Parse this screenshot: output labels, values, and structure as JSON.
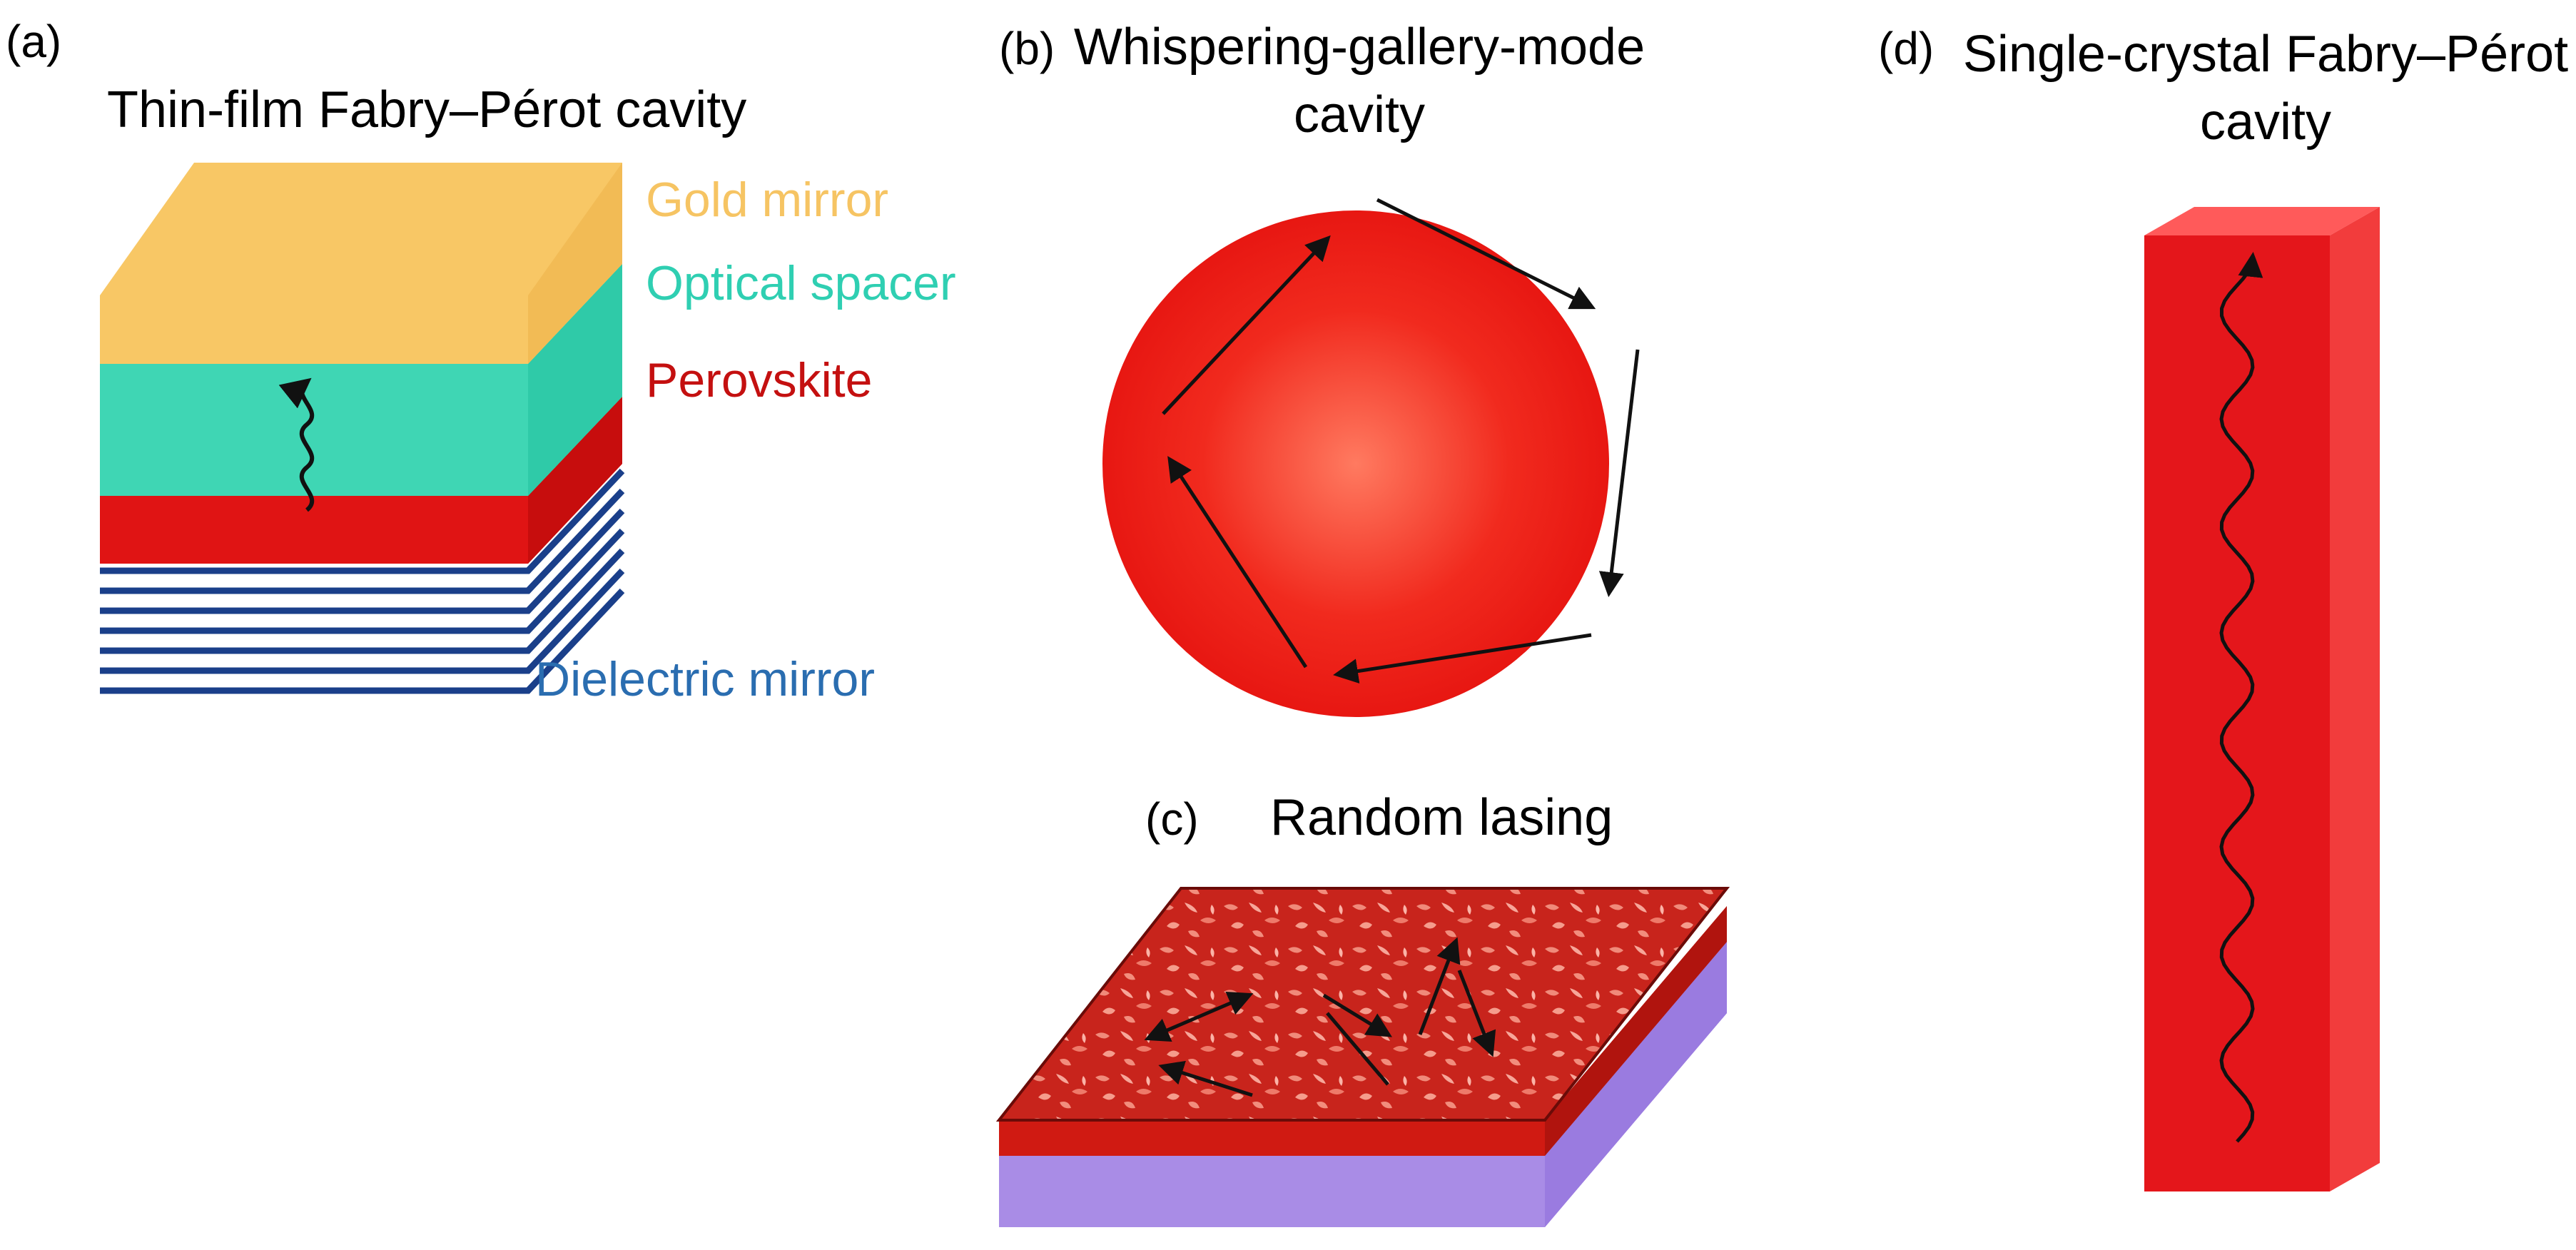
{
  "panels": {
    "a": {
      "letter": "(a)",
      "title": "Thin-film Fabry–Pérot cavity",
      "labels": {
        "gold": "Gold mirror",
        "spacer": "Optical spacer",
        "perovskite": "Perovskite",
        "dielectric": "Dielectric mirror"
      }
    },
    "b": {
      "letter": "(b)",
      "title_line1": "Whispering-gallery-mode",
      "title_line2": "cavity"
    },
    "c": {
      "letter": "(c)",
      "title": "Random lasing"
    },
    "d": {
      "letter": "(d)",
      "title_line1": "Single-crystal Fabry–Pérot",
      "title_line2": "cavity"
    }
  },
  "colors": {
    "gold": "#f8c765",
    "gold_side": "#f2bb55",
    "spacer": "#3fd6b4",
    "spacer_side": "#2fcaa8",
    "perovskite": "#e01414",
    "perovskite_side": "#c70d0d",
    "dielectric_label": "#2a6db0",
    "dielectric_line": "#1a3f8a",
    "gold_label": "#f6c463",
    "spacer_label": "#2fcfb2",
    "perovskite_label": "#c41010",
    "substrate": "#a98ce6",
    "substrate_side": "#9a7be0",
    "rod_front": "#e4161b",
    "rod_side": "#f23c3c",
    "rod_top": "#ff5a5a"
  }
}
